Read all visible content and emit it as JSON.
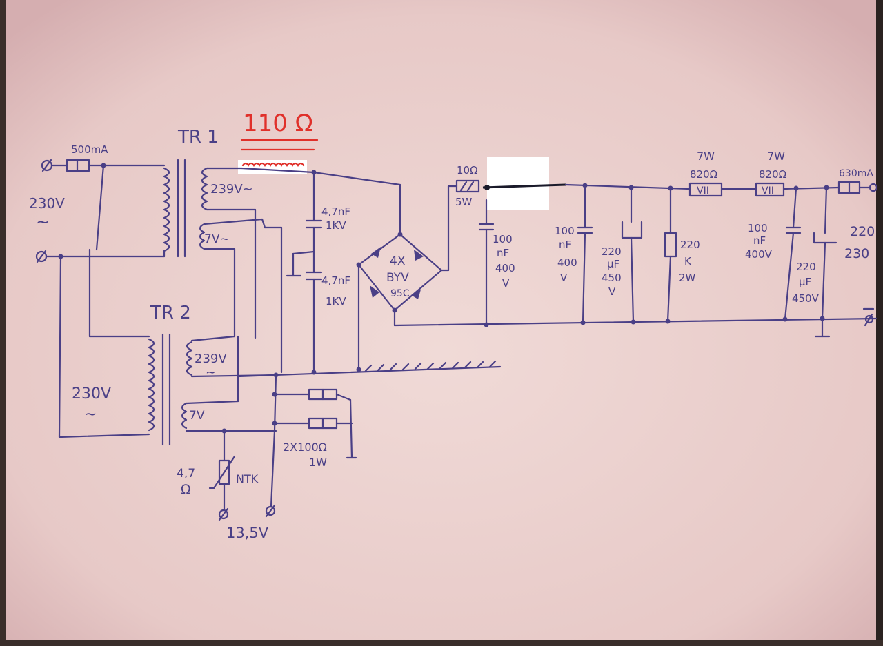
{
  "diagram": {
    "transformers": {
      "tr1_label": "TR 1",
      "tr2_label": "TR 2"
    },
    "red_annotation": "110 Ω",
    "input": {
      "fuse": "500mA",
      "voltage": "230V",
      "ac": "~"
    },
    "tr1": {
      "sec_hv": "239V~",
      "sec_lv": "7V~"
    },
    "tr2": {
      "primary": "230V",
      "primary_ac": "~",
      "sec_hv": "239V",
      "sec_hv_ac": "~",
      "sec_lv": "7V"
    },
    "hv_caps": {
      "c1_val": "4,7nF",
      "c1_v": "1KV",
      "c2_val": "4,7nF",
      "c2_v": "1KV"
    },
    "bridge": {
      "l1": "4X",
      "l2": "BYV",
      "l3": "95C"
    },
    "series_r": {
      "val": "10Ω",
      "power": "5W"
    },
    "cap1": {
      "l1": "100",
      "l2": "nF",
      "l3": "400",
      "l4": "V"
    },
    "cap2": {
      "l1": "100",
      "l2": "nF",
      "l3": "400",
      "l4": "V"
    },
    "elcap1": {
      "l1": "220",
      "l2": "μF",
      "l3": "450",
      "l4": "V"
    },
    "bleeder": {
      "l1": "220",
      "l2": "K",
      "l3": "2W"
    },
    "r1": {
      "power": "7W",
      "val": "820Ω"
    },
    "r2": {
      "power": "7W",
      "val": "820Ω"
    },
    "cap3": {
      "l1": "100",
      "l2": "nF",
      "l3": "400V"
    },
    "elcap2": {
      "l1": "220",
      "l2": "μF",
      "l3": "450V"
    },
    "out_fuse": "630mA",
    "output": {
      "l1": "220",
      "l2": "230"
    },
    "lv": {
      "res": "2X100Ω",
      "res_w": "1W",
      "ntk_val": "4,7",
      "ntk_unit": "Ω",
      "ntk": "NTK",
      "out": "13,5V"
    },
    "colors": {
      "paper": "#ead0cf",
      "ink": "#4a3f86",
      "red": "#e0302a"
    }
  }
}
